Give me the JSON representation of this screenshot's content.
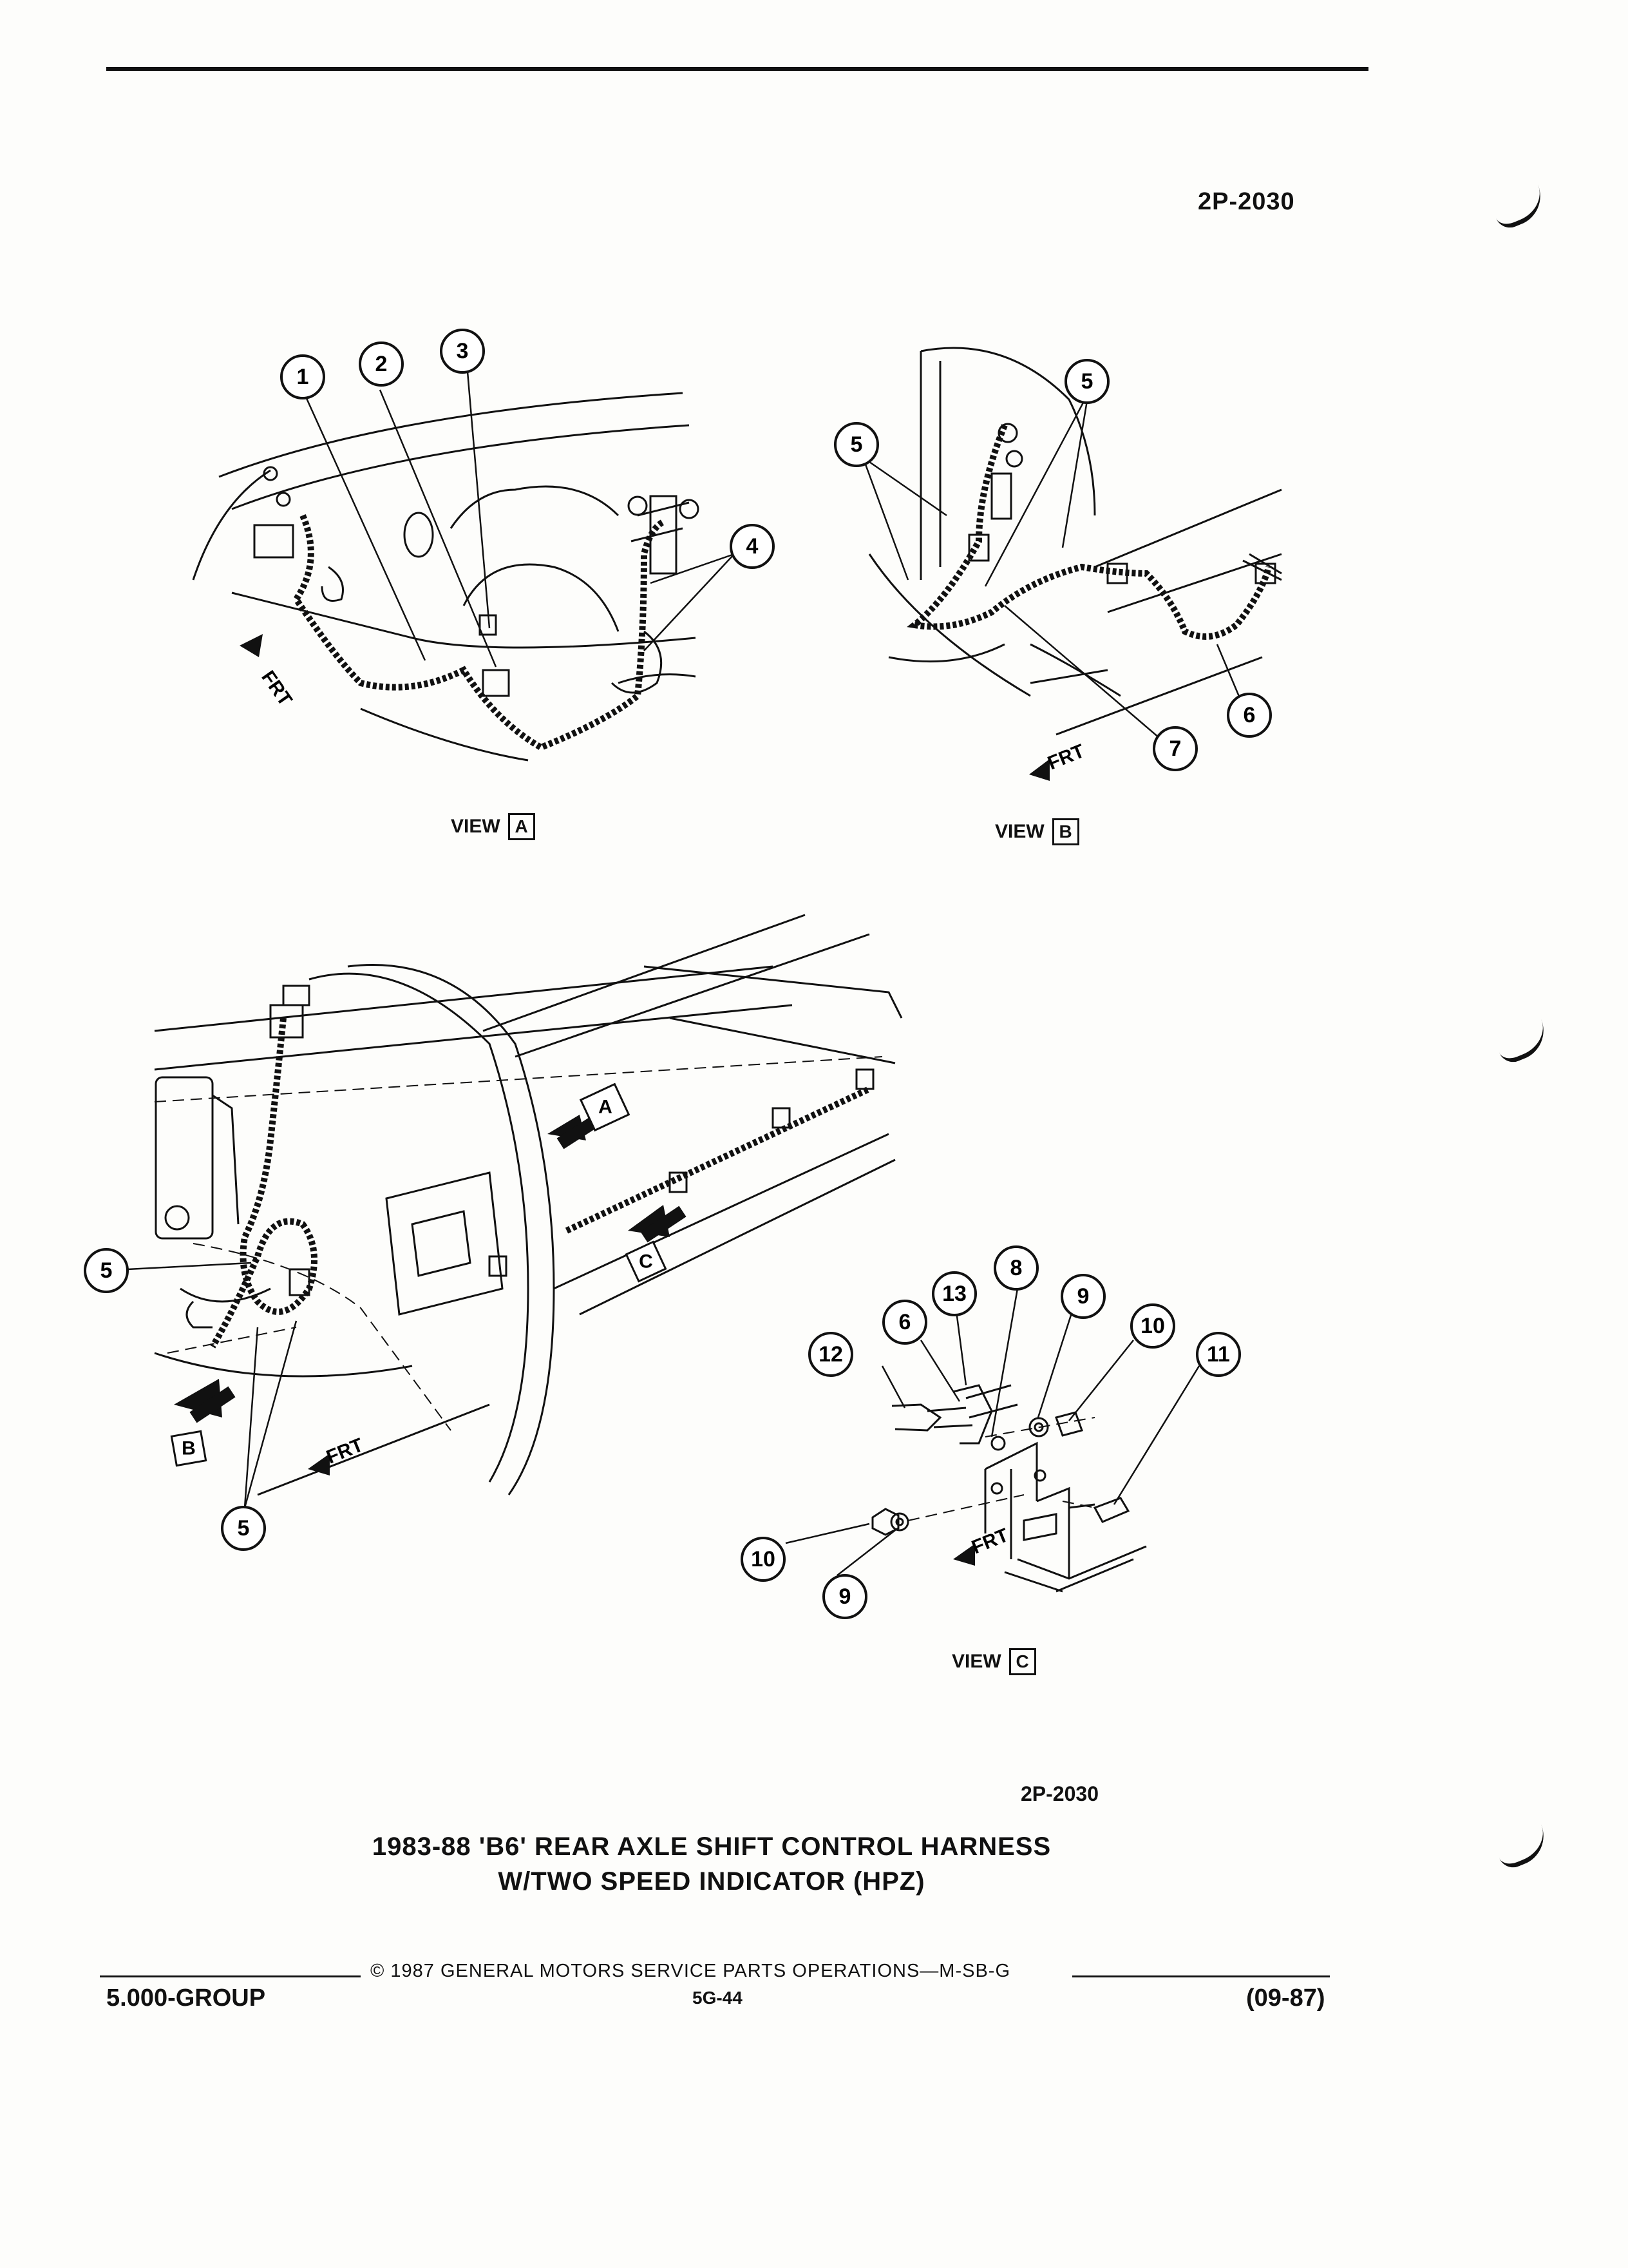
{
  "header": {
    "figure_number": "2P-2030"
  },
  "views": {
    "a": {
      "label": "VIEW",
      "letter": "A"
    },
    "b": {
      "label": "VIEW",
      "letter": "B"
    },
    "c": {
      "label": "VIEW",
      "letter": "C"
    }
  },
  "direction_label": "FRT",
  "callouts": {
    "view_a": [
      "1",
      "2",
      "3",
      "4"
    ],
    "view_b": [
      "5",
      "5",
      "6",
      "7"
    ],
    "main": [
      "5",
      "5"
    ],
    "view_c": [
      "6",
      "13",
      "8",
      "9",
      "10",
      "11",
      "12",
      "10",
      "9"
    ]
  },
  "view_arrows": {
    "a": "A",
    "b": "B",
    "c": "C"
  },
  "caption": {
    "figure_number": "2P-2030",
    "title_line1": "1983-88 'B6' REAR AXLE SHIFT CONTROL HARNESS",
    "title_line2": "W/TWO SPEED INDICATOR (HPZ)"
  },
  "footer": {
    "copyright": "© 1987 GENERAL MOTORS SERVICE PARTS OPERATIONS—M-SB-G",
    "group": "5.000-GROUP",
    "page": "5G-44",
    "date": "(09-87)"
  }
}
